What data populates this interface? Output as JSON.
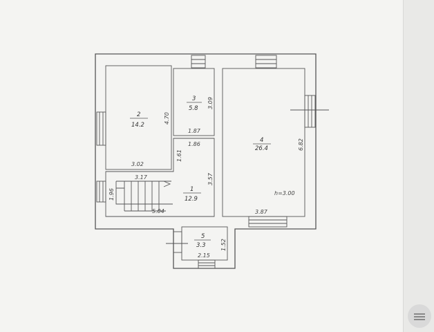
{
  "plan": {
    "rooms": [
      {
        "number": "1",
        "area": "12.9"
      },
      {
        "number": "2",
        "area": "14.2"
      },
      {
        "number": "3",
        "area": "5.8"
      },
      {
        "number": "4",
        "area": "26.4"
      },
      {
        "number": "5",
        "area": "3.3"
      }
    ],
    "dimensions": {
      "r2_height": "4.70",
      "r2_width": "3.02",
      "r3_height": "3.09",
      "r3_width": "1.87",
      "hall_width": "1.86",
      "hall_side": "1.61",
      "hall_height": "3.57",
      "stair_width": "3.17",
      "stair_side": "1.96",
      "hall_bottom": "5.04",
      "r4_height": "6.82",
      "r4_width": "3.87",
      "ceiling": "h=3.00",
      "r5_height": "1.52",
      "r5_width": "2.15"
    }
  }
}
